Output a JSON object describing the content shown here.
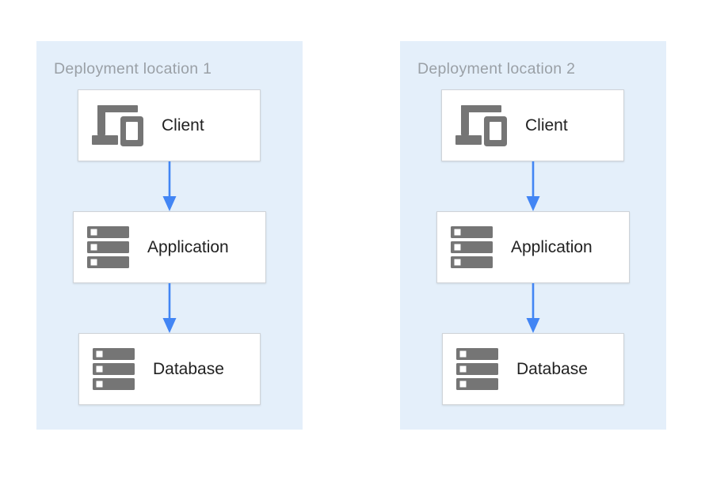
{
  "diagram": {
    "panels": [
      {
        "title": "Deployment location 1",
        "nodes": [
          {
            "label": "Client",
            "icon": "devices-icon"
          },
          {
            "label": "Application",
            "icon": "server-stack-icon"
          },
          {
            "label": "Database",
            "icon": "server-stack-icon"
          }
        ]
      },
      {
        "title": "Deployment location 2",
        "nodes": [
          {
            "label": "Client",
            "icon": "devices-icon"
          },
          {
            "label": "Application",
            "icon": "server-stack-icon"
          },
          {
            "label": "Database",
            "icon": "server-stack-icon"
          }
        ]
      }
    ],
    "colors": {
      "panel_bg": "#E4EFFA",
      "node_bg": "#FFFFFF",
      "node_border": "#CFD3D8",
      "arrow": "#4285F4",
      "icon": "#757575",
      "label_text": "#212121",
      "title_text": "#9AA0A6"
    }
  }
}
